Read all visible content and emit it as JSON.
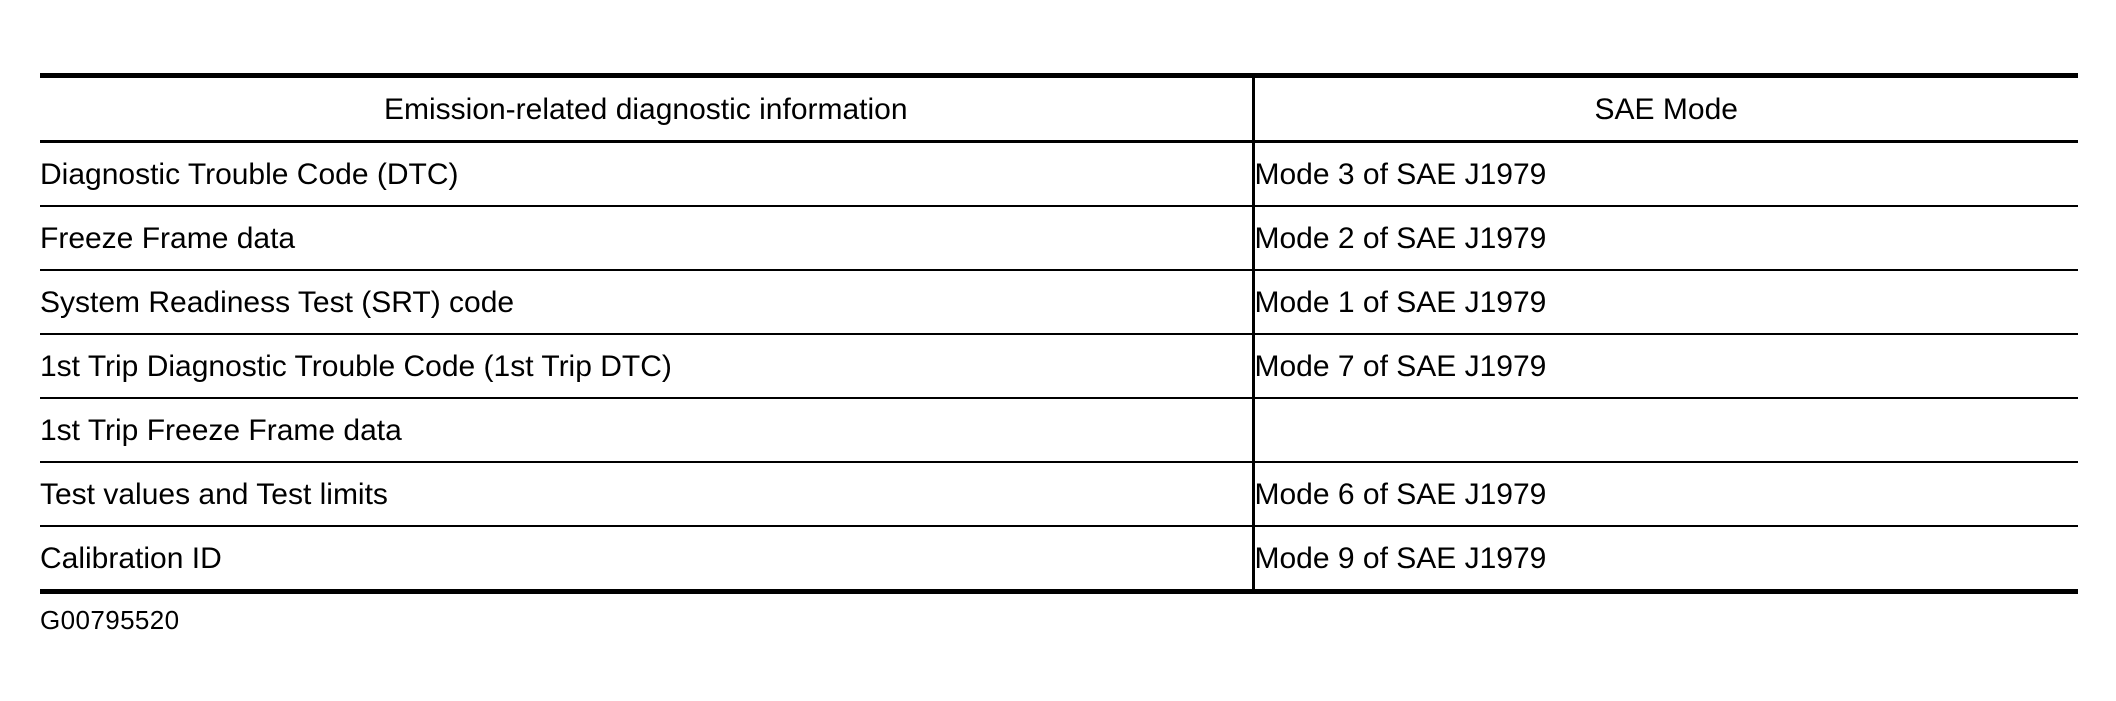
{
  "table": {
    "headers": {
      "info": "Emission-related diagnostic information",
      "mode": "SAE Mode"
    },
    "rows": [
      {
        "info": "Diagnostic Trouble Code (DTC)",
        "mode": "Mode 3 of SAE J1979"
      },
      {
        "info": "Freeze Frame data",
        "mode": "Mode 2 of SAE J1979"
      },
      {
        "info": "System Readiness Test (SRT) code",
        "mode": "Mode 1 of SAE J1979"
      },
      {
        "info": "1st Trip Diagnostic Trouble Code (1st Trip DTC)",
        "mode": "Mode 7 of SAE J1979"
      },
      {
        "info": "1st Trip Freeze Frame data",
        "mode": ""
      },
      {
        "info": "Test values and Test limits",
        "mode": "Mode 6 of SAE J1979"
      },
      {
        "info": "Calibration ID",
        "mode": "Mode 9 of SAE J1979"
      }
    ]
  },
  "caption": {
    "figure_id": "G00795520"
  },
  "colors": {
    "rule": "#000000",
    "text": "#000000",
    "background": "#ffffff"
  }
}
